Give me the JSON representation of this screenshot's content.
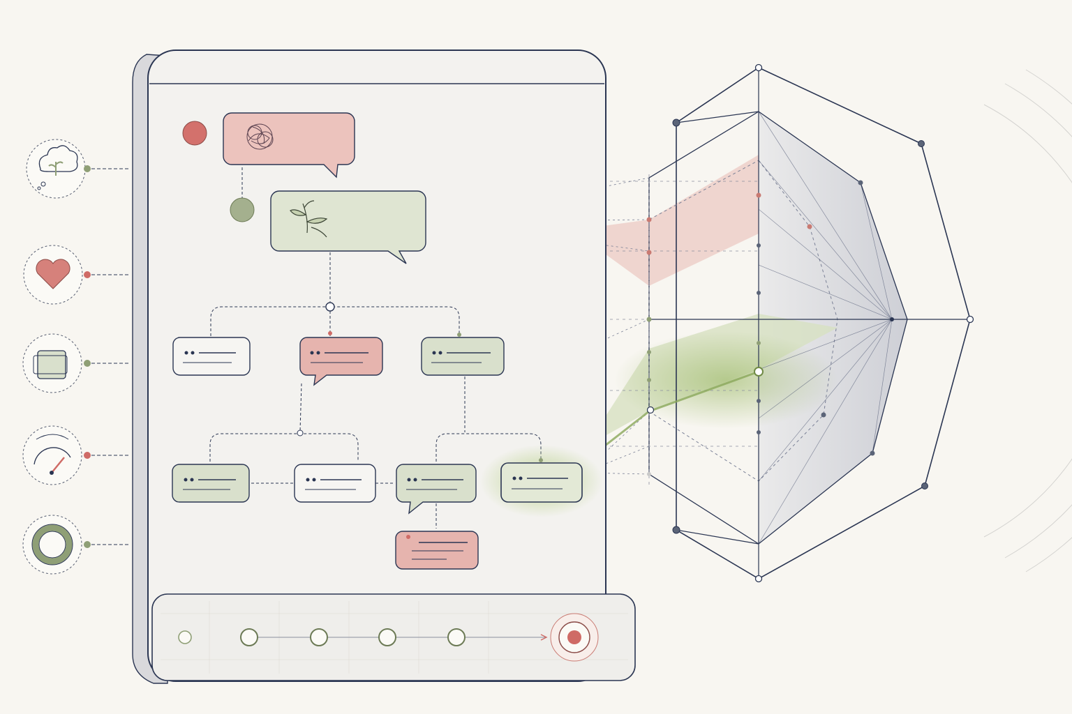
{
  "colors": {
    "paper": "#f8f6f1",
    "ink": "#2a3552",
    "rose": "#e7b9b3",
    "rose_strong": "#cf6b66",
    "sage": "#d9e0cc",
    "sage_strong": "#8f9f76",
    "grey_card": "#f2f1ee",
    "glow": "#a9c47a"
  },
  "side_icons": [
    "sprout-thought-icon",
    "heart-icon",
    "layers-icon",
    "gauge-icon",
    "ring-icon"
  ],
  "bubbles": [
    {
      "name": "thought-bubble-tangle",
      "tone": "rose",
      "icon": "tangle-icon"
    },
    {
      "name": "thought-bubble-sprout",
      "tone": "sage",
      "icon": "sprout-icon"
    }
  ],
  "nodes_level1": [
    "grey",
    "rose",
    "sage"
  ],
  "nodes_level2": [
    "sage",
    "grey",
    "sage",
    "highlight"
  ],
  "nodes_level3": [
    "rose"
  ],
  "timeline": {
    "steps": 5,
    "target_icon": "target-icon"
  },
  "radar": {
    "axes": 8,
    "rings": 4
  }
}
